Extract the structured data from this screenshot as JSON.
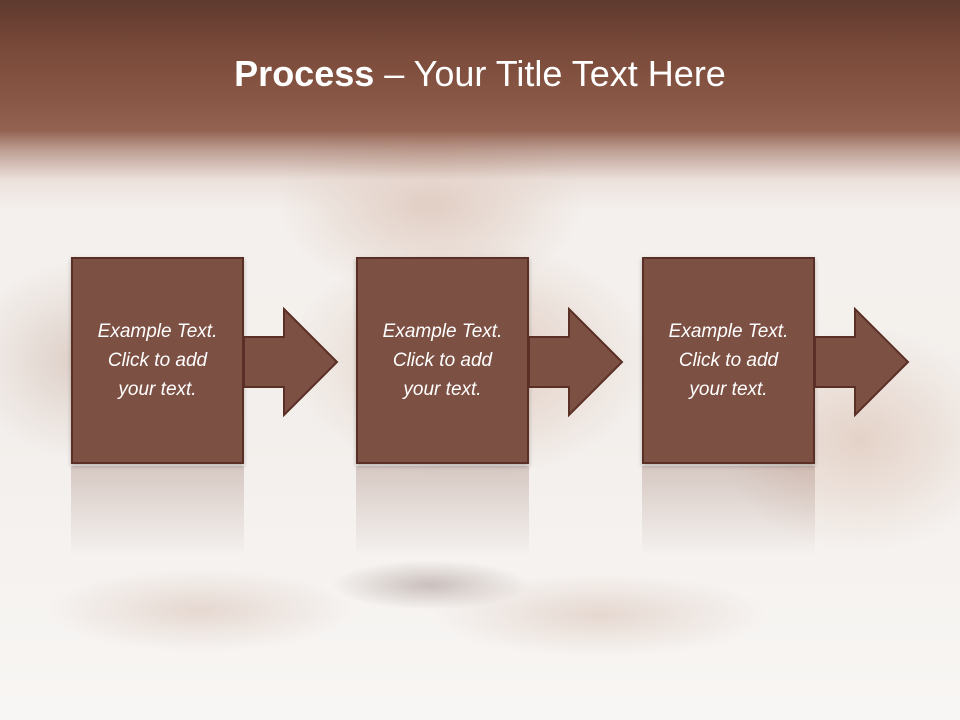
{
  "title": {
    "bold": "Process",
    "rest": " – Your Title Text Here"
  },
  "steps": [
    {
      "text": "Example Text.\nClick  to add\nyour text."
    },
    {
      "text": "Example Text.\nClick  to add\nyour text."
    },
    {
      "text": "Example Text.\nClick  to add\nyour text."
    }
  ],
  "colors": {
    "header": "#7a4a3a",
    "box": "#7d5044",
    "box_border": "#5a3026",
    "text": "#ffffff"
  },
  "icons": [
    "arrow-right-icon",
    "arrow-right-icon",
    "arrow-right-icon"
  ]
}
